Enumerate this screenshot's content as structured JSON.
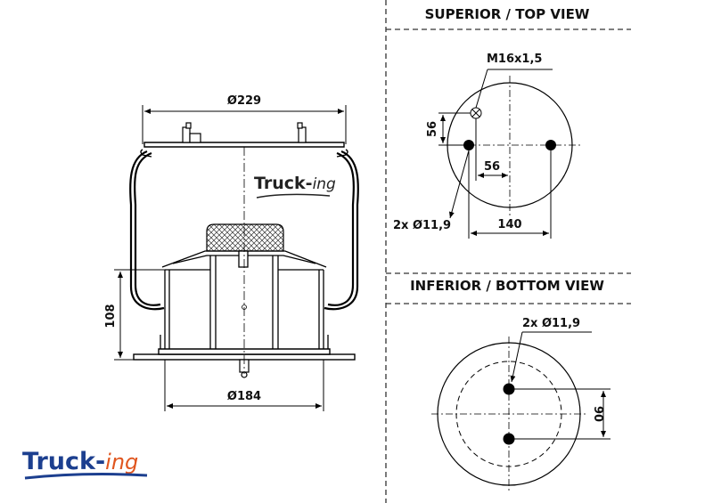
{
  "views": {
    "top_heading": "SUPERIOR / TOP VIEW",
    "bottom_heading": "INFERIOR / BOTTOM VIEW"
  },
  "side_view": {
    "top_diameter": "Ø229",
    "bottom_diameter": "Ø184",
    "height": "108",
    "watermark_brand": "Truck-",
    "watermark_suffix": "ing"
  },
  "top_view": {
    "thread": "M16x1,5",
    "offset_vertical": "56",
    "offset_horizontal": "56",
    "holes": "2x Ø11,9",
    "spacing": "140"
  },
  "bottom_view": {
    "holes": "2x Ø11,9",
    "spacing": "90"
  },
  "logo": {
    "brand": "Truck-",
    "suffix": "ing",
    "brand_color": "#1c3f8f",
    "suffix_color": "#e0561f"
  }
}
